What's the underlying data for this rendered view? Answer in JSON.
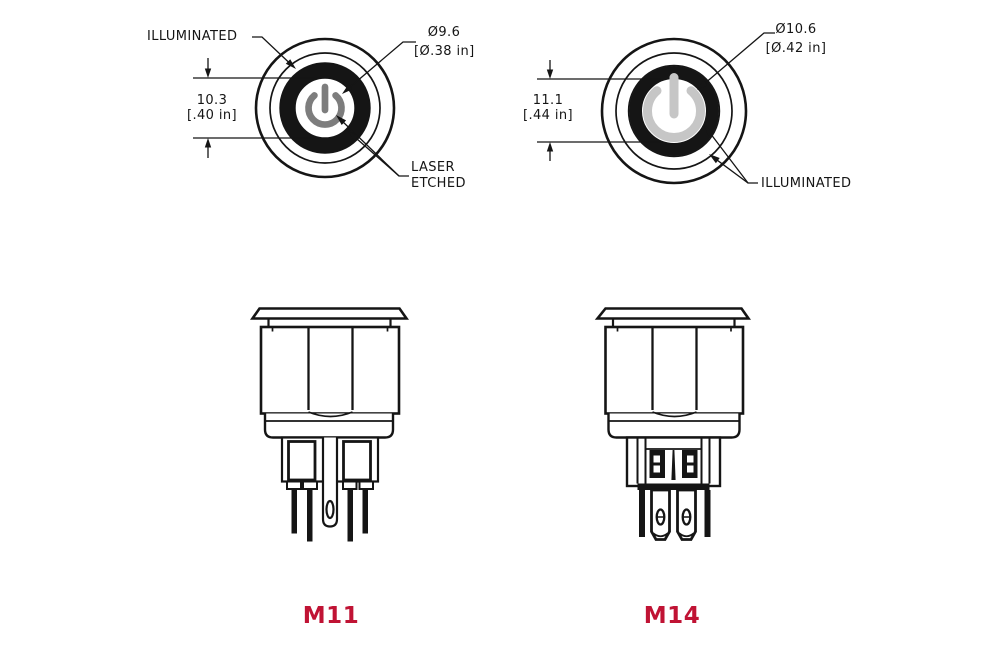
{
  "m11": {
    "name": "M11",
    "top_view": {
      "illuminated_label": "ILLUMINATED",
      "symbol_diameter_mm": "Ø9.6",
      "symbol_diameter_in": "[Ø.38 in]",
      "window_height_mm": "10.3",
      "window_height_in": "[.40 in]",
      "laser_etched_line1": "LASER",
      "laser_etched_line2": "ETCHED"
    }
  },
  "m14": {
    "name": "M14",
    "top_view": {
      "illuminated_label": "ILLUMINATED",
      "symbol_diameter_mm": "Ø10.6",
      "symbol_diameter_in": "[Ø.42 in]",
      "window_height_mm": "11.1",
      "window_height_in": "[.44 in]"
    }
  },
  "colors": {
    "line": "#151515",
    "model_label_red": "#c01334",
    "ring_light_gray": "#cbcbcb",
    "symbol_dark_gray": "#7d7d7d",
    "symbol_light_gray": "#c6c6c6"
  }
}
